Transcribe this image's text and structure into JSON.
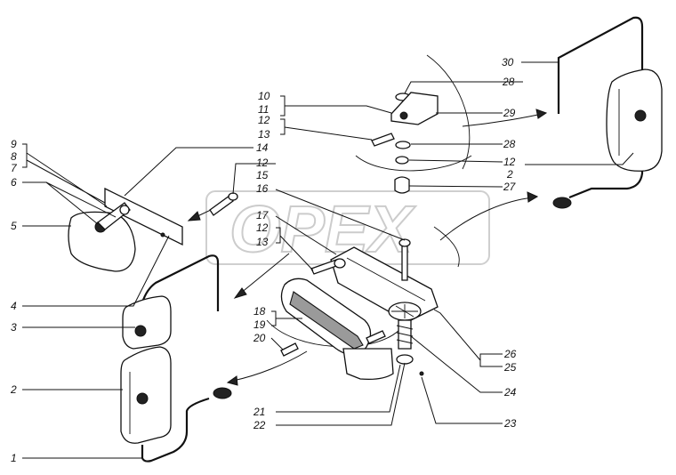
{
  "watermark": "OPEX",
  "callouts": [
    {
      "id": "c30",
      "text": "30"
    },
    {
      "id": "c28a",
      "text": "28"
    },
    {
      "id": "c29",
      "text": "29"
    },
    {
      "id": "c28b",
      "text": "28"
    },
    {
      "id": "c12a",
      "text": "12"
    },
    {
      "id": "c2a",
      "text": "2"
    },
    {
      "id": "c27",
      "text": "27"
    },
    {
      "id": "c10",
      "text": "10"
    },
    {
      "id": "c11",
      "text": "11"
    },
    {
      "id": "c12b",
      "text": "12"
    },
    {
      "id": "c13a",
      "text": "13"
    },
    {
      "id": "c14",
      "text": "14"
    },
    {
      "id": "c12c",
      "text": "12"
    },
    {
      "id": "c15",
      "text": "15"
    },
    {
      "id": "c16",
      "text": "16"
    },
    {
      "id": "c17",
      "text": "17"
    },
    {
      "id": "c12d",
      "text": "12"
    },
    {
      "id": "c13b",
      "text": "13"
    },
    {
      "id": "c9",
      "text": "9"
    },
    {
      "id": "c8",
      "text": "8"
    },
    {
      "id": "c7",
      "text": "7"
    },
    {
      "id": "c6",
      "text": "6"
    },
    {
      "id": "c5",
      "text": "5"
    },
    {
      "id": "c4",
      "text": "4"
    },
    {
      "id": "c3",
      "text": "3"
    },
    {
      "id": "c2b",
      "text": "2"
    },
    {
      "id": "c1",
      "text": "1"
    },
    {
      "id": "c18",
      "text": "18"
    },
    {
      "id": "c19",
      "text": "19"
    },
    {
      "id": "c20",
      "text": "20"
    },
    {
      "id": "c21",
      "text": "21"
    },
    {
      "id": "c22",
      "text": "22"
    },
    {
      "id": "c26",
      "text": "26"
    },
    {
      "id": "c25",
      "text": "25"
    },
    {
      "id": "c24",
      "text": "24"
    },
    {
      "id": "c23",
      "text": "23"
    }
  ]
}
